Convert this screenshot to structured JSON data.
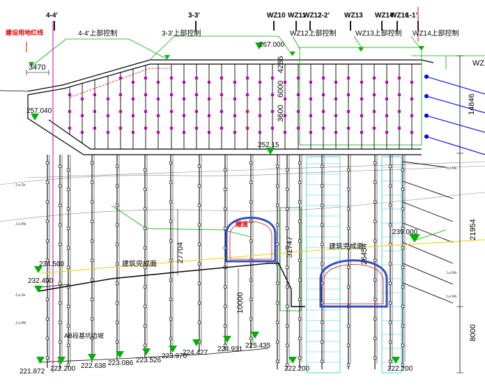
{
  "section_marks": [
    "4-4'",
    "3-3'",
    "WZ10",
    "WZ11",
    "WZ12",
    "2-2'",
    "WZ13",
    "WZ14",
    "WZ16",
    "1-1'"
  ],
  "red_label": "建设用地红线",
  "control_labels": [
    "4-4'上部控制",
    "3-3'上部控制",
    "WZ12上部控制",
    "WZ13上部控制",
    "WZ14上部控制"
  ],
  "dimensions": {
    "left_width": "3470",
    "right_height": "14846",
    "right_mid": "21954",
    "right_bottom": "8000",
    "mid_height": "27704",
    "pit_height": "10000",
    "center_a": "6000",
    "center_b": "3600",
    "center_c": "4286",
    "deep": "31747",
    "deep_b": "26454",
    "top_right": "WZ"
  },
  "elevations": {
    "top": "267.000",
    "left_top": "257.040",
    "mid": "252.15",
    "right": "239.000",
    "left_mid": "234.500",
    "left_low": "232.450",
    "bottom": [
      "221.872",
      "222.200",
      "222.638",
      "223.086",
      "223.526",
      "223.970",
      "224.427",
      "224.931",
      "225.435",
      "222.200",
      "222.200"
    ]
  },
  "labels": {
    "building_left": "建筑完成面",
    "building_right": "建筑完成面",
    "anchor_label": "AB段基坑边坡",
    "pit_label": "隧道",
    "rock": "J₃s-Ms",
    "soil": "J₃s-Ss"
  },
  "colors": {
    "pile": "#000000",
    "anchor": "#0000ff",
    "grid": "#00b000",
    "cyan": "#00bcd4",
    "red": "#e00000",
    "magenta": "#c000c0",
    "yellow": "#e6d000",
    "tunnel": "#3050c0"
  }
}
